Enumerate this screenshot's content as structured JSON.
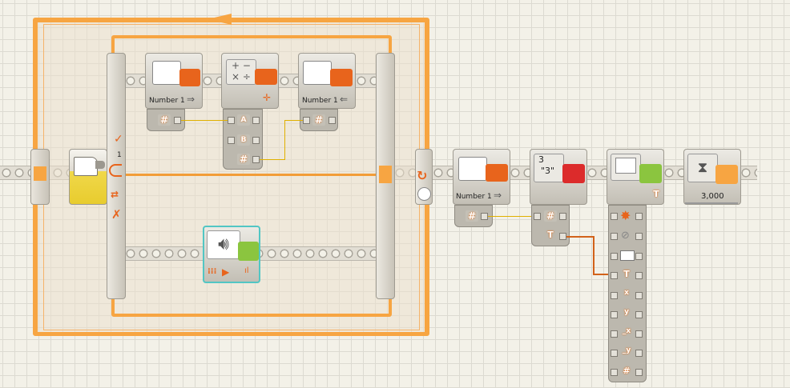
{
  "loop": {
    "icon": "loop-arrow-icon"
  },
  "switch": {
    "tab_count": "1",
    "icon": "touch-sensor-icon"
  },
  "blocks": {
    "var1": {
      "label": "Number 1",
      "icon": "briefcase-icon"
    },
    "math": {
      "icon": "math-icon",
      "port_a": "A",
      "port_b": "B"
    },
    "var2": {
      "label": "Number 1",
      "icon": "briefcase-icon"
    },
    "var3": {
      "label": "Number 1",
      "icon": "briefcase-icon"
    },
    "numtotext": {
      "icon": "number-to-text-icon",
      "text": "3",
      "quote": "\"3\""
    },
    "display": {
      "icon": "display-icon"
    },
    "wait": {
      "value": "3,000",
      "icon": "hourglass-icon"
    }
  },
  "colors": {
    "accent": "#f29d38",
    "plug": "#e8641c",
    "wire_number": "#e0b000",
    "wire_text": "#d2621a",
    "sound_border": "#52c6c4"
  }
}
